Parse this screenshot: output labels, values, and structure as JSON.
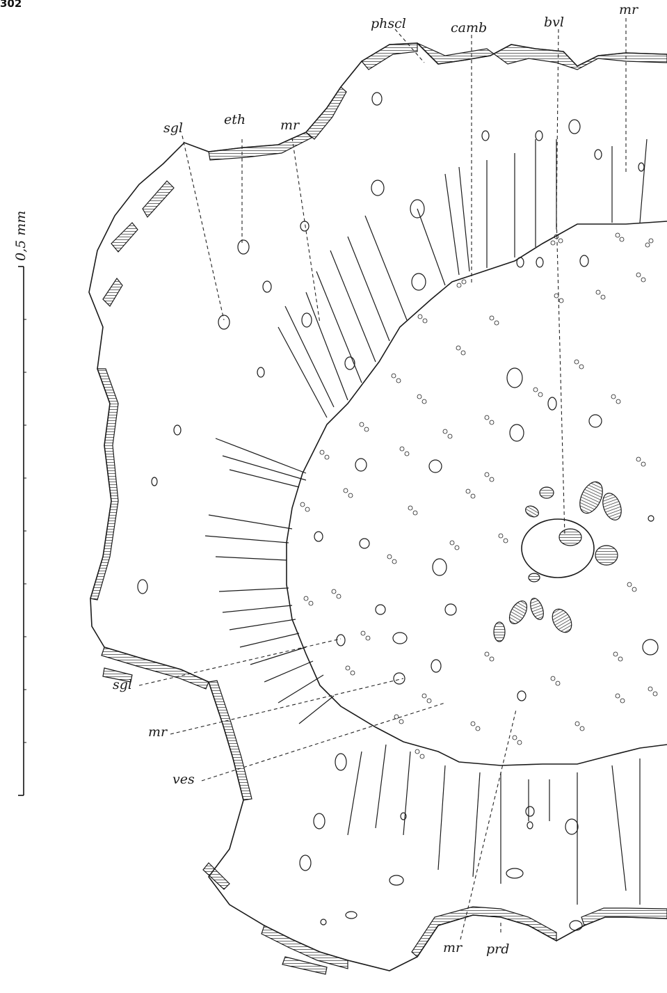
{
  "page": {
    "number": "302"
  },
  "scale_bar": {
    "label": "0,5 mm"
  },
  "labels": {
    "phscl": "phscl",
    "camb": "camb",
    "bvl": "bvl",
    "mr_top": "mr",
    "sgl_top": "sgl",
    "eth": "eth",
    "mr_upper_left": "mr",
    "sgl_left": "sgl",
    "mr_left": "mr",
    "ves": "ves",
    "mr_bottom": "mr",
    "prd": "prd"
  }
}
